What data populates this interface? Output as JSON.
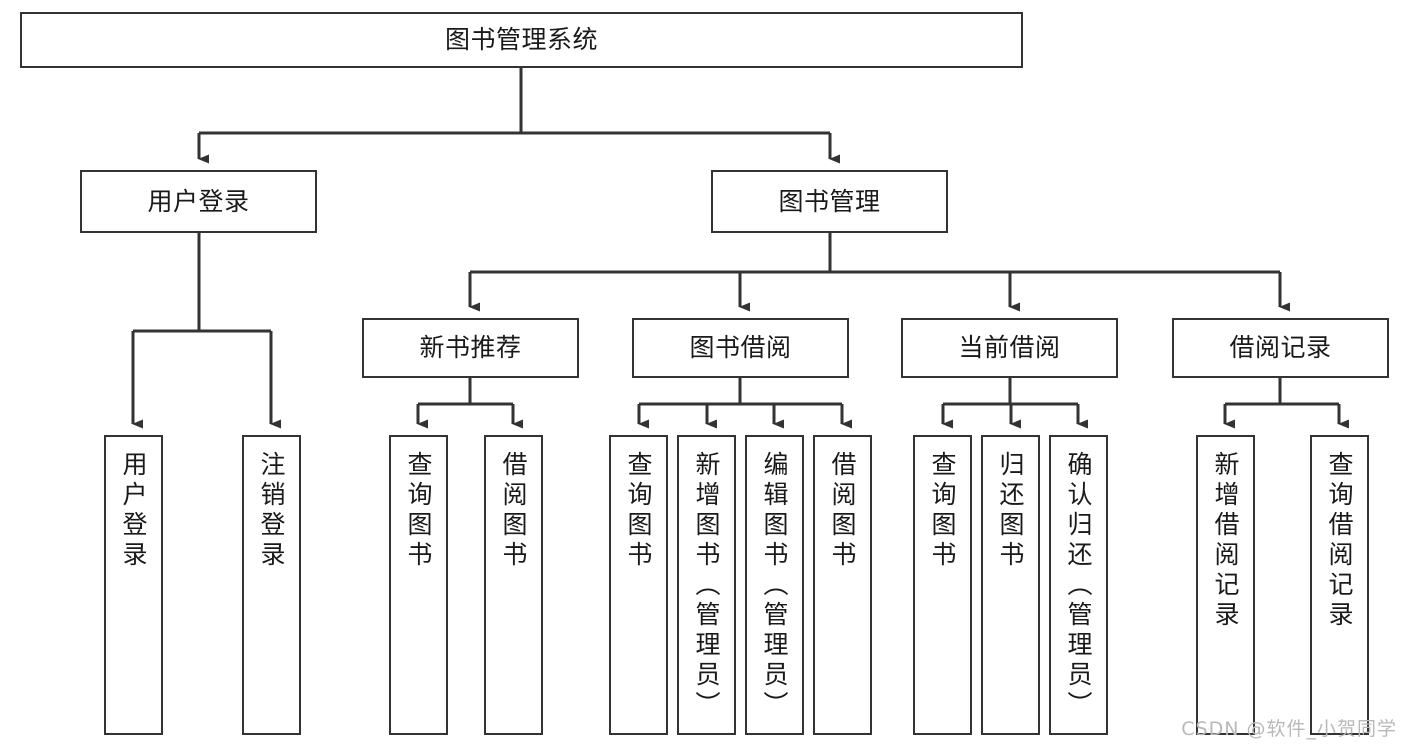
{
  "diagram": {
    "title": "图书管理系统",
    "type": "tree-hierarchy-chart",
    "line_color": "#333333",
    "box_fill": "#ffffff",
    "text_color": "#1a1a1a"
  },
  "root": {
    "label": "图书管理系统"
  },
  "level2": [
    {
      "label": "用户登录"
    },
    {
      "label": "图书管理"
    }
  ],
  "level3": [
    {
      "label": "新书推荐"
    },
    {
      "label": "图书借阅"
    },
    {
      "label": "当前借阅"
    },
    {
      "label": "借阅记录"
    }
  ],
  "leaves": {
    "user_login": [
      {
        "label": "用户登录"
      },
      {
        "label": "注销登录"
      }
    ],
    "new_book_recommend": [
      {
        "label": "查询图书"
      },
      {
        "label": "借阅图书"
      }
    ],
    "book_borrow": [
      {
        "label": "查询图书"
      },
      {
        "label": "新增图书（管理员）"
      },
      {
        "label": "编辑图书（管理员）"
      },
      {
        "label": "借阅图书"
      }
    ],
    "current_borrow": [
      {
        "label": "查询图书"
      },
      {
        "label": "归还图书"
      },
      {
        "label": "确认归还（管理员）"
      }
    ],
    "borrow_record": [
      {
        "label": "新增借阅记录"
      },
      {
        "label": "查询借阅记录"
      }
    ]
  },
  "watermark": {
    "text": "CSDN @软件_小贺同学"
  }
}
